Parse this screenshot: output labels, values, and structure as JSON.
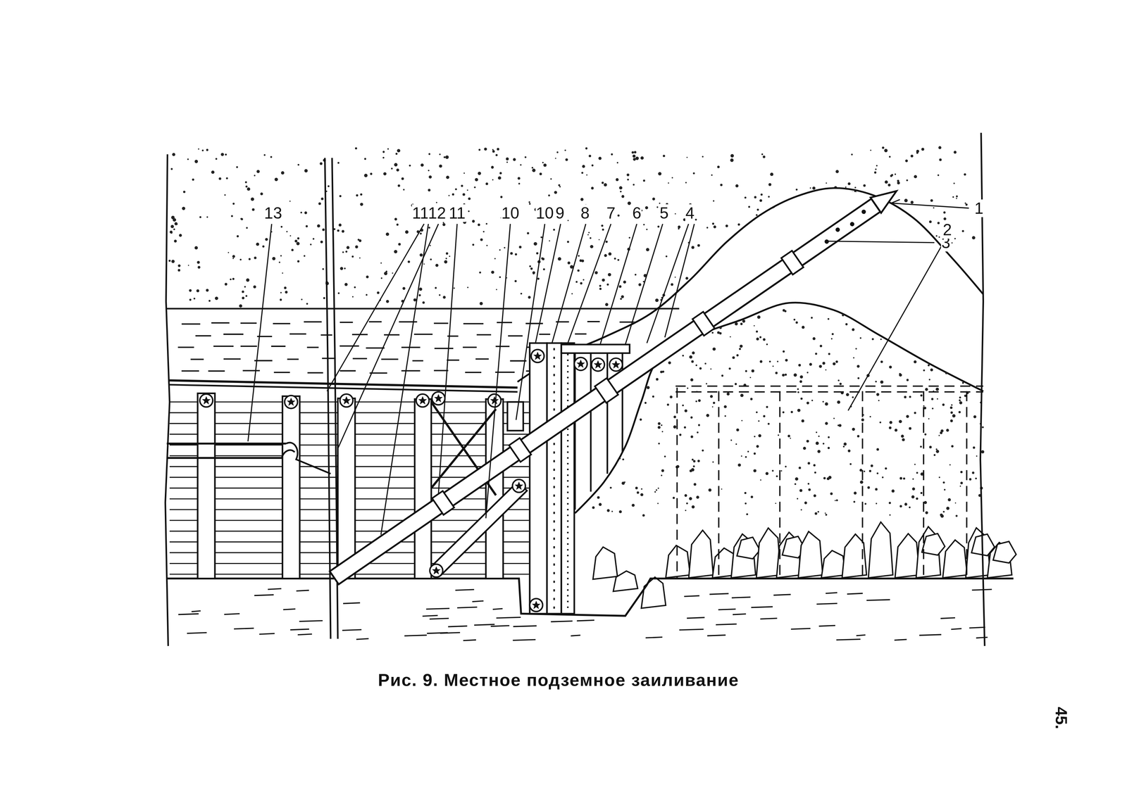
{
  "diagram": {
    "caption": "Рис. 9. Местное подземное заиливание",
    "labels": [
      "13",
      "11",
      "12",
      "11",
      "10",
      "10",
      "9",
      "8",
      "7",
      "6",
      "5",
      "4",
      "1",
      "3",
      "2",
      "45."
    ]
  }
}
